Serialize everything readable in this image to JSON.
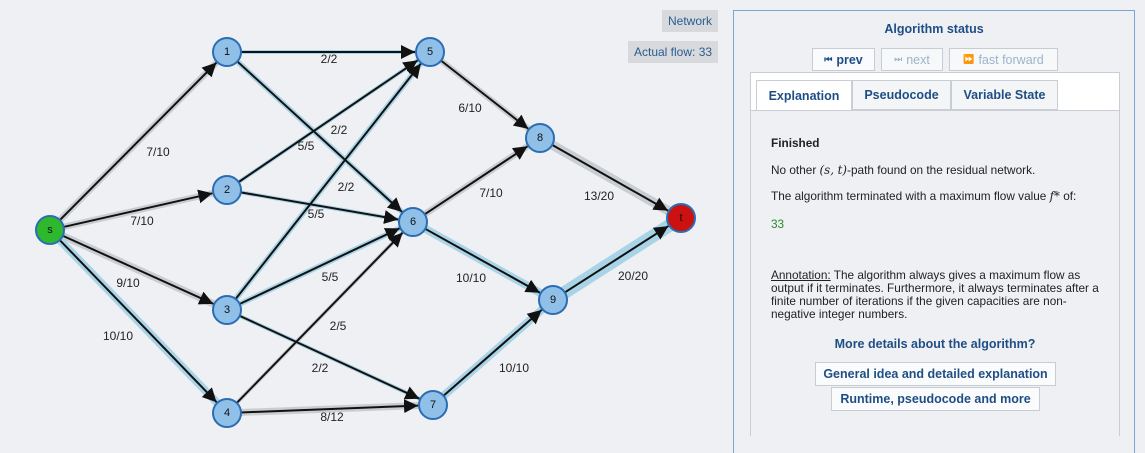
{
  "graph": {
    "badges": {
      "network": "Network",
      "flow": "Actual flow: 33"
    },
    "colors": {
      "node_fill": "#90c0e8",
      "node_stroke": "#2a6db3",
      "source": "#2db82d",
      "sink": "#cc1111",
      "halo_flow": "#a9d3e6",
      "halo_idle": "#c9cdd2"
    },
    "nodes": [
      {
        "id": "s",
        "label": "s"
      },
      {
        "id": "1",
        "label": "1"
      },
      {
        "id": "2",
        "label": "2"
      },
      {
        "id": "3",
        "label": "3"
      },
      {
        "id": "4",
        "label": "4"
      },
      {
        "id": "5",
        "label": "5"
      },
      {
        "id": "6",
        "label": "6"
      },
      {
        "id": "7",
        "label": "7"
      },
      {
        "id": "8",
        "label": "8"
      },
      {
        "id": "9",
        "label": "9"
      },
      {
        "id": "t",
        "label": "t"
      }
    ],
    "edges": [
      {
        "from": "s",
        "to": "1",
        "label": "7/10",
        "flow": 7,
        "capacity": 10
      },
      {
        "from": "s",
        "to": "2",
        "label": "7/10",
        "flow": 7,
        "capacity": 10
      },
      {
        "from": "s",
        "to": "3",
        "label": "9/10",
        "flow": 9,
        "capacity": 10
      },
      {
        "from": "s",
        "to": "4",
        "label": "10/10",
        "flow": 10,
        "capacity": 10
      },
      {
        "from": "1",
        "to": "5",
        "label": "2/2",
        "flow": 2,
        "capacity": 2
      },
      {
        "from": "1",
        "to": "6",
        "label": "5/5",
        "flow": 5,
        "capacity": 5
      },
      {
        "from": "2",
        "to": "5",
        "label": "2/2",
        "flow": 2,
        "capacity": 2
      },
      {
        "from": "2",
        "to": "6",
        "label": "2/2",
        "flow": 2,
        "capacity": 2
      },
      {
        "from": "3",
        "to": "5",
        "label": "5/5",
        "flow": 5,
        "capacity": 5
      },
      {
        "from": "3",
        "to": "6",
        "label": "5/5",
        "flow": 5,
        "capacity": 5
      },
      {
        "from": "3",
        "to": "7",
        "label": "2/2",
        "flow": 2,
        "capacity": 2
      },
      {
        "from": "4",
        "to": "6",
        "label": "2/5",
        "flow": 2,
        "capacity": 5
      },
      {
        "from": "4",
        "to": "7",
        "label": "8/12",
        "flow": 8,
        "capacity": 12
      },
      {
        "from": "5",
        "to": "8",
        "label": "6/10",
        "flow": 6,
        "capacity": 10
      },
      {
        "from": "6",
        "to": "8",
        "label": "7/10",
        "flow": 7,
        "capacity": 10
      },
      {
        "from": "6",
        "to": "9",
        "label": "10/10",
        "flow": 10,
        "capacity": 10
      },
      {
        "from": "7",
        "to": "9",
        "label": "10/10",
        "flow": 10,
        "capacity": 10
      },
      {
        "from": "8",
        "to": "t",
        "label": "13/20",
        "flow": 13,
        "capacity": 20
      },
      {
        "from": "9",
        "to": "t",
        "label": "20/20",
        "flow": 20,
        "capacity": 20
      }
    ]
  },
  "panel": {
    "title": "Algorithm status",
    "controls": {
      "prev": "prev",
      "next": "next",
      "fast_forward": "fast forward",
      "prev_icon": "⏮",
      "next_icon": "⏭",
      "ff_icon": "⏩"
    },
    "tabs": {
      "explanation": "Explanation",
      "pseudocode": "Pseudocode",
      "variable_state": "Variable State"
    },
    "explanation": {
      "heading": "Finished",
      "line1_prefix": "No other ",
      "line1_math": "(s, t)",
      "line1_suffix": "-path found on the residual network.",
      "line2_prefix": "The algorithm terminated with a maximum flow value ",
      "line2_math": "f*",
      "line2_suffix": " of:",
      "result": "33",
      "annotation_label": "Annotation:",
      "annotation_text": " The algorithm always gives a maximum flow as output if it terminates. Furthermore, it always terminates after a finite number of iterations if the given capacities are non-negative integer numbers."
    },
    "more_details": "More details about the algorithm?",
    "buttons": {
      "general": "General idea and detailed explanation",
      "runtime": "Runtime, pseudocode and more"
    }
  }
}
